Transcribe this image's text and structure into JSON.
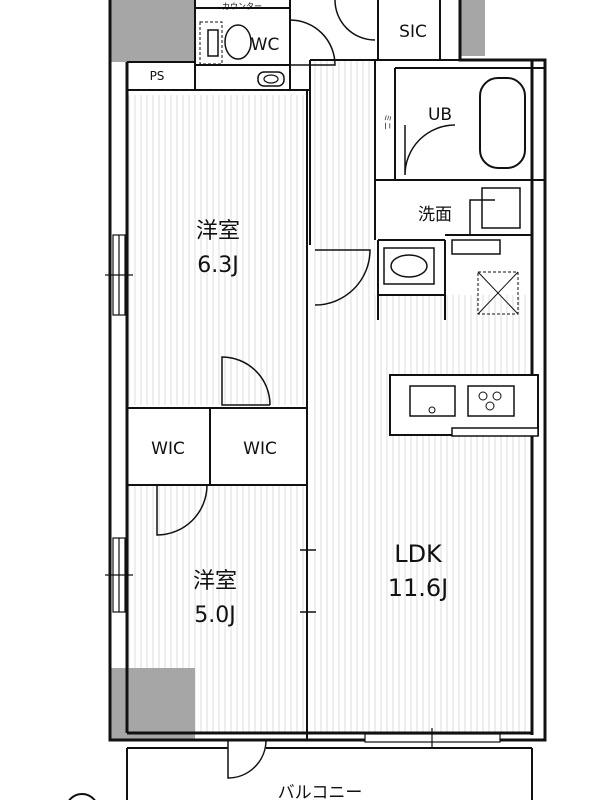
{
  "floor_plan": {
    "rooms": {
      "wc": "WC",
      "counter": "カウンター",
      "sic": "SIC",
      "ps": "PS",
      "ub": "UB",
      "storage": "ミニ",
      "washroom": "洗面",
      "bedroom1_name": "洋室",
      "bedroom1_size": "6.3J",
      "wic1": "WIC",
      "wic2": "WIC",
      "bedroom2_name": "洋室",
      "bedroom2_size": "5.0J",
      "ldk_name": "LDK",
      "ldk_size": "11.6J",
      "balcony": "バルコニー"
    },
    "colors": {
      "wall": "#111111",
      "column": "#a6a6a6",
      "floor_stripe": "#dcdcdc",
      "background": "#ffffff"
    }
  }
}
